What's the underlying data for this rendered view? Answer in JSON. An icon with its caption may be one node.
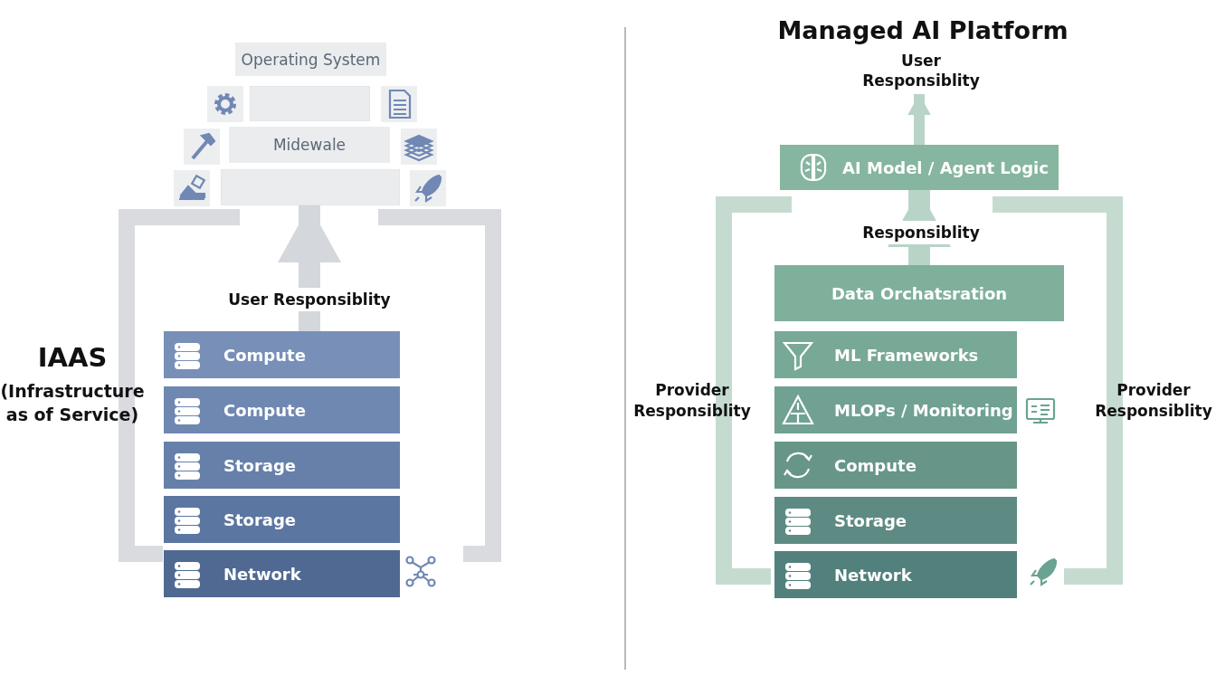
{
  "diagram": {
    "title": "Managed AI Platform",
    "nodes": [
      {
        "text": [
          "Operating System"
        ]
      },
      {
        "text": [],
        "shape": "box"
      },
      {
        "text": [
          "Midewale"
        ]
      },
      {
        "text": [],
        "shape": "box"
      },
      {
        "text": [
          "Compute"
        ]
      },
      {
        "text": [
          "Compute"
        ]
      },
      {
        "text": [
          "Storage"
        ]
      },
      {
        "text": [
          "Storage"
        ]
      },
      {
        "text": [
          "Network"
        ]
      },
      {
        "text": [
          "AI Model / Agent Logic"
        ]
      },
      {
        "text": [
          "Data Orchatsration"
        ]
      },
      {
        "text": [
          "ML Frameworks"
        ]
      },
      {
        "text": [
          "MLOPs / Monitoring"
        ]
      },
      {
        "text": [
          "Compute"
        ]
      },
      {
        "text": [
          "Storage"
        ]
      },
      {
        "text": [
          "Network"
        ]
      }
    ],
    "edges": [
      {
        "from": 4,
        "to": 3,
        "arrow": "to",
        "label": "User Responsiblity",
        "color": "#d4d7db"
      },
      {
        "from": 10,
        "to": 9,
        "arrow": "to",
        "label": "Responsiblity"
      },
      {
        "from": 9,
        "to": null,
        "arrow": "to",
        "label": "User Responsiblity"
      }
    ],
    "labels": [
      "IAAS",
      "(Infrastructure as of Service)",
      "Provider Responsiblity",
      "Provider Responsiblity"
    ]
  }
}
